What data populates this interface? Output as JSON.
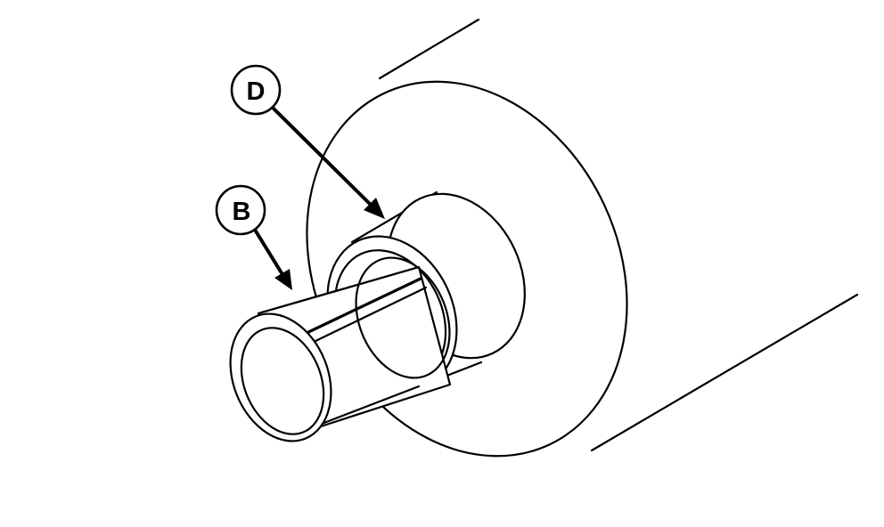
{
  "figure": {
    "callouts": [
      {
        "id": "callout-d",
        "label": "D"
      },
      {
        "id": "callout-b",
        "label": "B"
      }
    ]
  },
  "colors": {
    "line": "#000000",
    "background": "#ffffff"
  }
}
